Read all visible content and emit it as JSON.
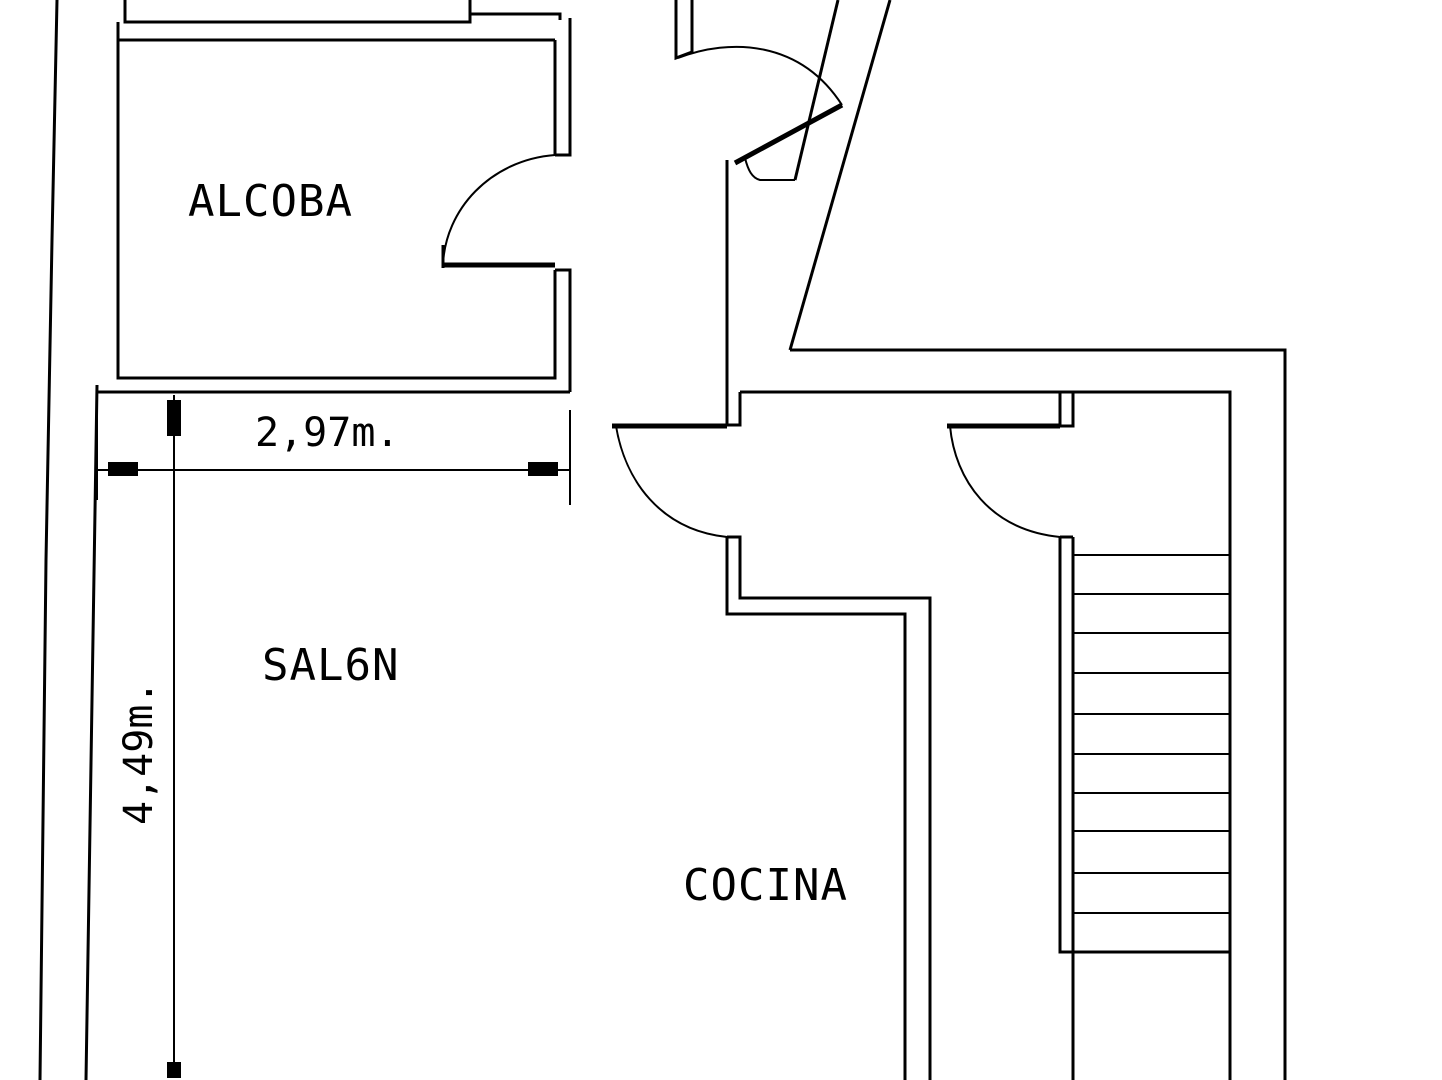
{
  "rooms": {
    "alcoba": "ALCOBA",
    "salon": "SAL6N",
    "cocina": "COCINA"
  },
  "dimensions": {
    "width": "2,97m.",
    "height": "4,49m."
  },
  "colors": {
    "line": "#000000",
    "background": "#ffffff"
  }
}
